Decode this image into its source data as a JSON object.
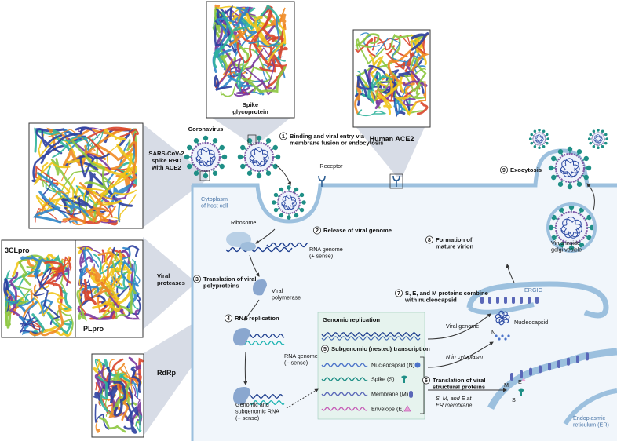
{
  "title_labels": {
    "spike": "Spike\nglycoprotein",
    "ace2": "Human ACE2",
    "rbd": "SARS-CoV-2\nspike RBD\nwith ACE2",
    "coronavirus": "Coronavirus",
    "receptor": "Receptor",
    "cytoplasm": "Cytoplasm\nof host cell",
    "ribosome": "Ribosome",
    "proteases": "Viral\nproteases",
    "p3cl": "3CLpro",
    "plpro": "PLpro",
    "rdrp": "RdRp",
    "viral_polymerase": "Viral\npolymerase",
    "rna_plus": "RNA genome\n(+ sense)",
    "rna_minus": "RNA genome\n(− sense)",
    "genomic_subgenomic": "Genomic and\nsubgenomic RNA\n(+ sense)",
    "virus_golgi": "Virus inside\ngolgi vesicle",
    "ergic": "ERGIC",
    "nucleocapsid": "Nucleocapsid",
    "n_letter": "N",
    "viral_genome": "Viral genome",
    "n_cytoplasm": "N in cytoplasm",
    "smE_er": "S, M, and E at\nER membrane",
    "er": "Endoplasmic\nreticulum (ER)",
    "m_letter": "M",
    "e_letter": "E",
    "s_letter": "S"
  },
  "steps": [
    {
      "num": "1",
      "text": "Binding and viral entry via\nmembrane fusion or endocytosis"
    },
    {
      "num": "2",
      "text": "Release of viral genome"
    },
    {
      "num": "3",
      "text": "Translation of viral\npolyproteins"
    },
    {
      "num": "4",
      "text": "RNA replication"
    },
    {
      "num": "5",
      "text": "Subgenomic (nested) transcription"
    },
    {
      "num": "6",
      "text": "Translation of viral\nstructural proteins"
    },
    {
      "num": "7",
      "text": "S, E, and M proteins combine\nwith nucleocapsid"
    },
    {
      "num": "8",
      "text": "Formation of\nmature virion"
    },
    {
      "num": "9",
      "text": "Exocytosis"
    }
  ],
  "box": {
    "genomic_replication": "Genomic replication",
    "items": [
      {
        "label": "Nucleocapsid (N)",
        "color": "#4c73c9"
      },
      {
        "label": "Spike (S)",
        "color": "#1f8f86"
      },
      {
        "label": "Membrane (M)",
        "color": "#5a67b8"
      },
      {
        "label": "Envelope (E)",
        "color": "#c65fb7"
      }
    ]
  },
  "colors": {
    "membrane": "#9cc0de",
    "cell_fill": "#f1f6fb",
    "spike": "#1f8f86",
    "virus_envelope": "#7d5aa6",
    "box_fill": "#e6f3ee",
    "panel_fill": "#d5dae4"
  }
}
